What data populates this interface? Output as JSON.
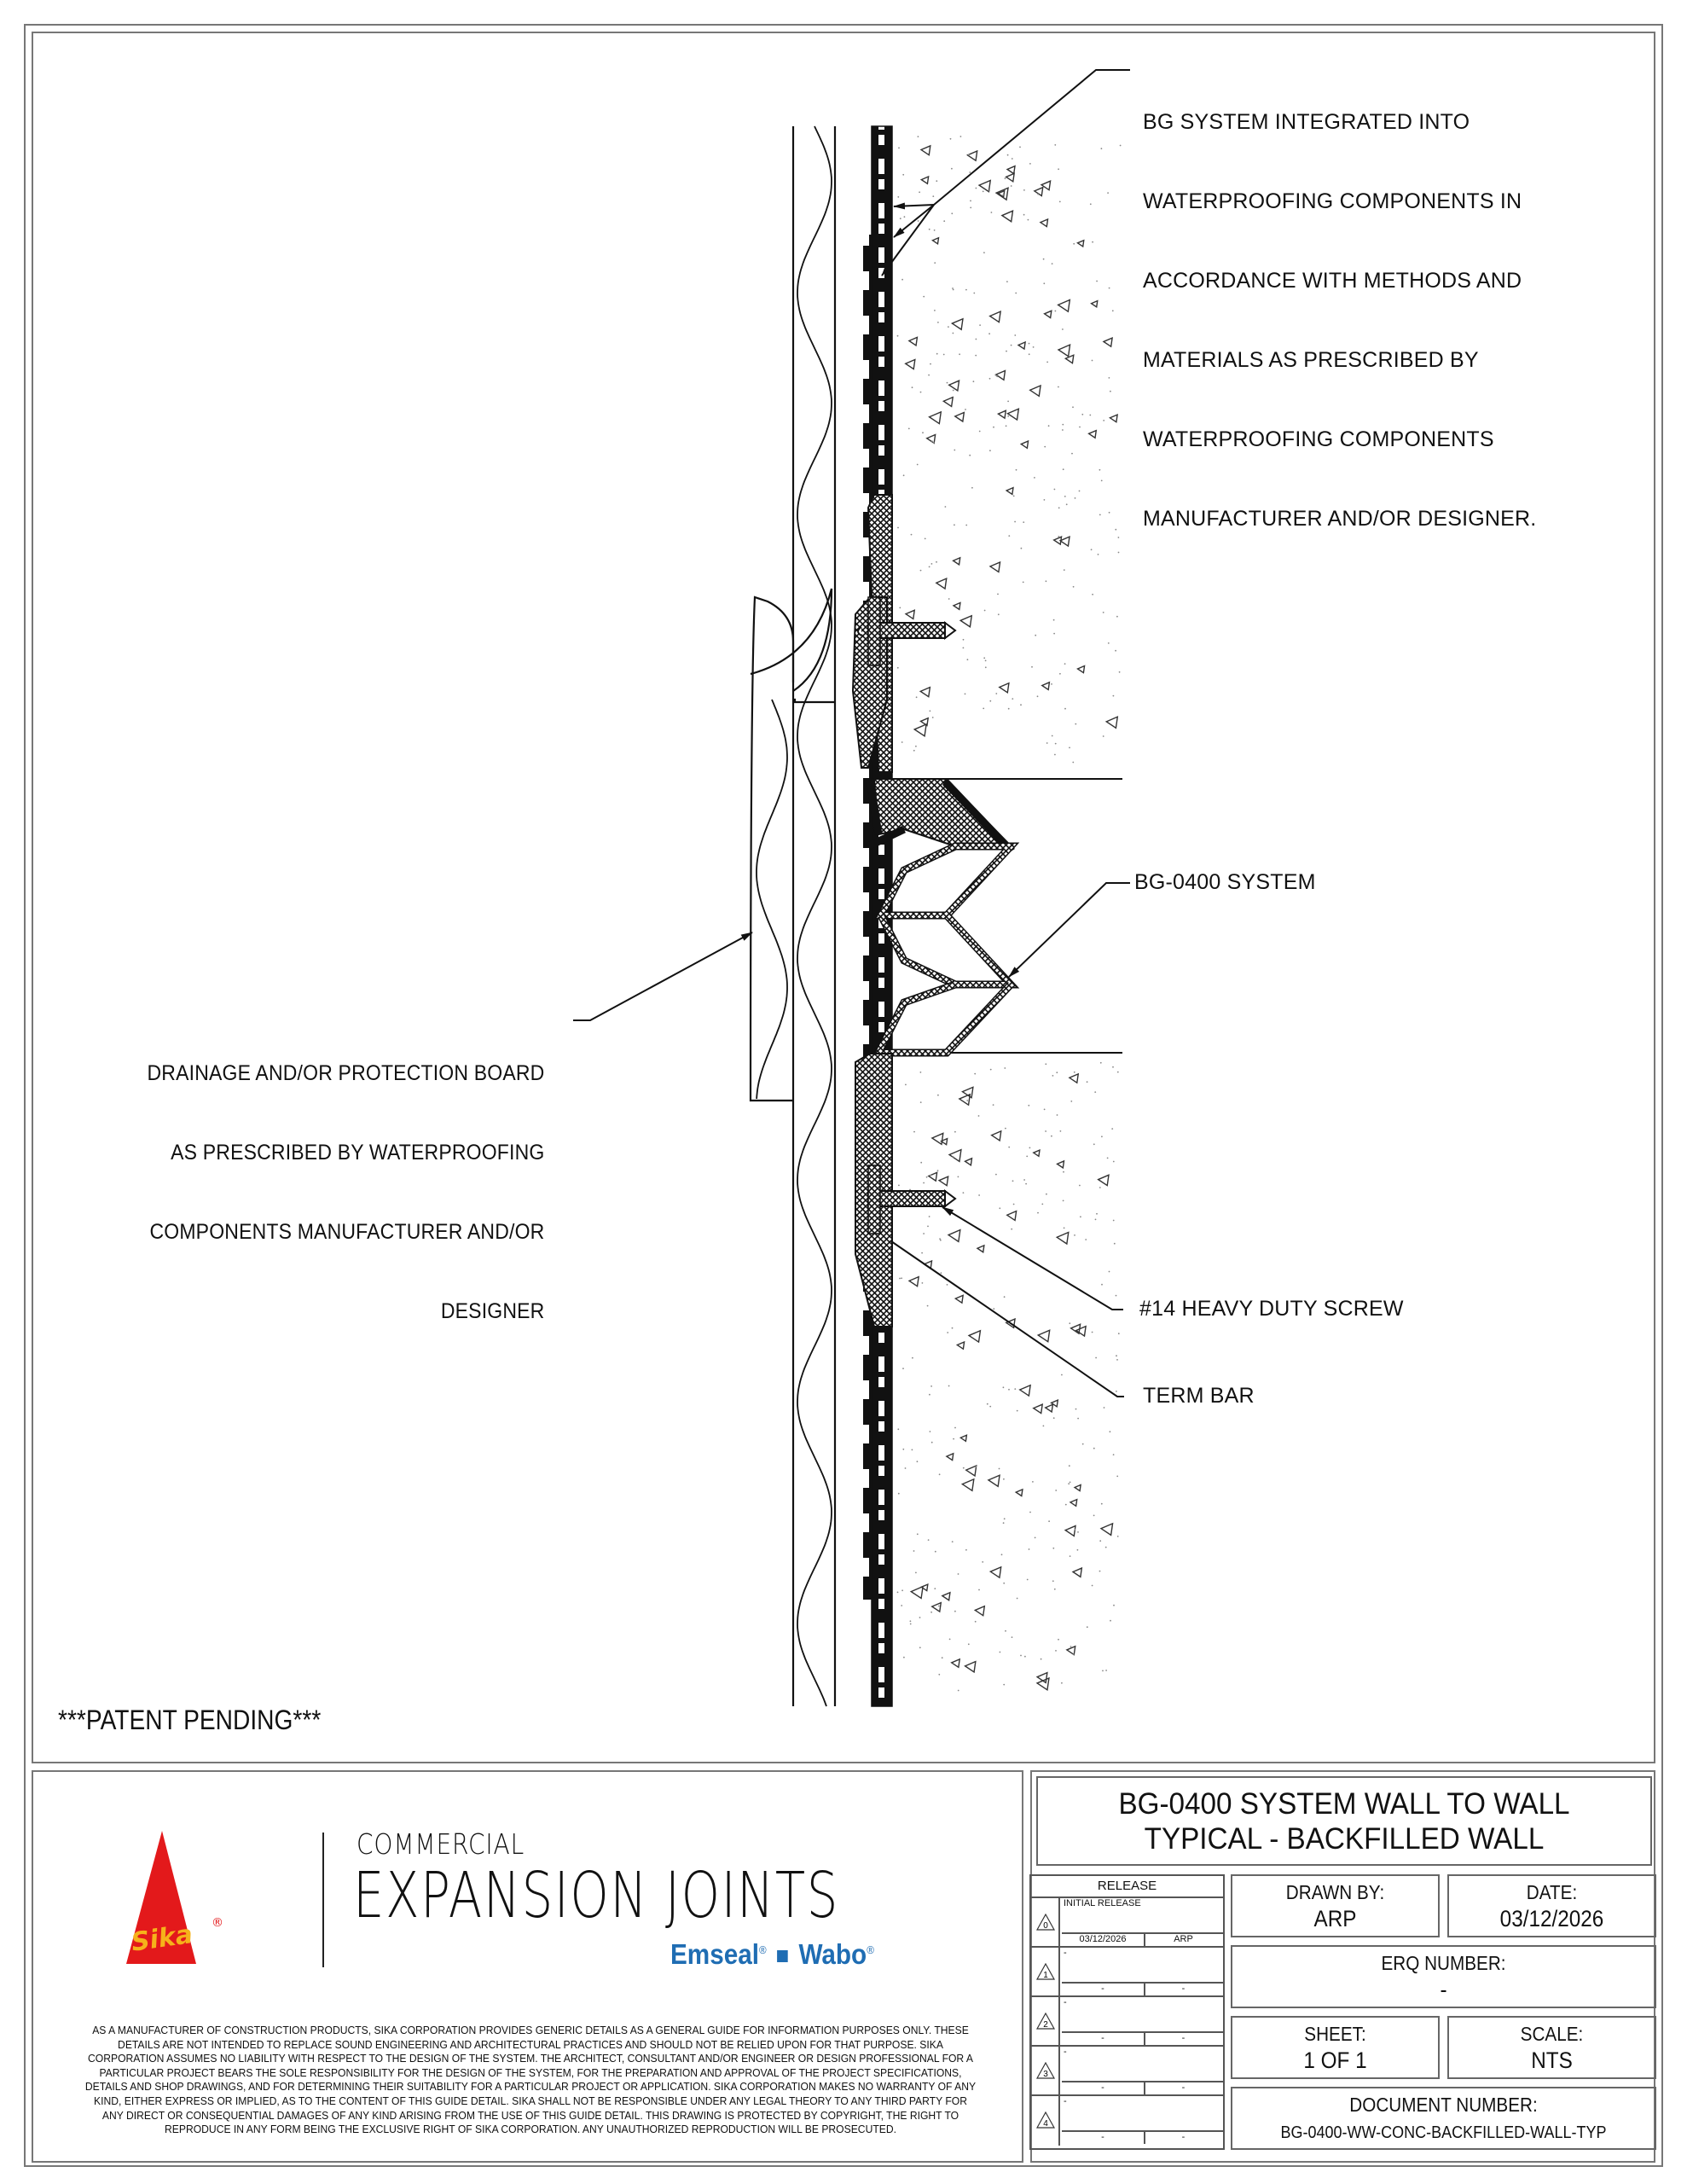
{
  "drawing": {
    "callouts": {
      "bg_system_integrated": [
        "BG SYSTEM INTEGRATED INTO",
        "WATERPROOFING COMPONENTS IN",
        "ACCORDANCE WITH METHODS AND",
        "MATERIALS AS PRESCRIBED BY",
        "WATERPROOFING COMPONENTS",
        "MANUFACTURER AND/OR DESIGNER."
      ],
      "bg_0400_system": "BG-0400 SYSTEM",
      "drainage_board": [
        "DRAINAGE AND/OR PROTECTION BOARD",
        "AS PRESCRIBED BY WATERPROOFING",
        "COMPONENTS MANUFACTURER AND/OR",
        "DESIGNER"
      ],
      "heavy_duty_screw": "#14 HEAVY DUTY SCREW",
      "term_bar": "TERM BAR"
    },
    "patent_notice": "***PATENT PENDING***"
  },
  "brand": {
    "logo_text": "Sika",
    "registered_mark": "®",
    "line1": "COMMERCIAL",
    "line2": "EXPANSION JOINTS",
    "sub_brand_1": "Emseal",
    "sub_brand_2": "Wabo",
    "colors": {
      "sika_red": "#e3191b",
      "sika_yellow": "#f6b21a",
      "emseal_blue": "#1f6db3"
    }
  },
  "disclaimer": "AS A MANUFACTURER OF CONSTRUCTION PRODUCTS, SIKA CORPORATION PROVIDES GENERIC DETAILS AS A GENERAL GUIDE FOR INFORMATION PURPOSES ONLY. THESE DETAILS ARE NOT INTENDED TO REPLACE SOUND ENGINEERING AND ARCHITECTURAL PRACTICES AND SHOULD NOT BE RELIED UPON FOR THAT PURPOSE. SIKA CORPORATION ASSUMES NO LIABILITY WITH RESPECT TO THE DESIGN OF THE SYSTEM. THE ARCHITECT, CONSULTANT AND/OR ENGINEER OR DESIGN PROFESSIONAL FOR A PARTICULAR PROJECT BEARS THE SOLE RESPONSIBILITY FOR THE DESIGN OF THE SYSTEM, FOR THE PREPARATION AND APPROVAL OF THE PROJECT SPECIFICATIONS, DETAILS AND SHOP DRAWINGS, AND FOR DETERMINING THEIR SUITABILITY FOR A PARTICULAR PROJECT OR APPLICATION. SIKA CORPORATION MAKES NO WARRANTY OF ANY KIND, EITHER EXPRESS OR IMPLIED, AS TO THE CONTENT OF THIS GUIDE DETAIL. SIKA SHALL NOT BE RESPONSIBLE UNDER ANY LEGAL THEORY TO ANY THIRD PARTY FOR ANY DIRECT OR CONSEQUENTIAL DAMAGES OF ANY KIND ARISING FROM THE USE OF THIS GUIDE DETAIL. THIS DRAWING IS PROTECTED BY COPYRIGHT, THE RIGHT TO REPRODUCE IN ANY FORM BEING THE EXCLUSIVE RIGHT OF SIKA CORPORATION. ANY UNAUTHORIZED REPRODUCTION WILL BE PROSECUTED.",
  "title_block": {
    "title_lines": [
      "BG-0400 SYSTEM WALL TO WALL",
      "TYPICAL - BACKFILLED WALL"
    ],
    "release": {
      "header": "RELEASE",
      "rows": [
        {
          "rev": "0",
          "description": "INITIAL RELEASE",
          "date": "03/12/2026",
          "by": "ARP"
        },
        {
          "rev": "1",
          "description": "-",
          "date": "-",
          "by": "-"
        },
        {
          "rev": "2",
          "description": "-",
          "date": "-",
          "by": "-"
        },
        {
          "rev": "3",
          "description": "-",
          "date": "-",
          "by": "-"
        },
        {
          "rev": "4",
          "description": "-",
          "date": "-",
          "by": "-"
        }
      ]
    },
    "drawn_by": {
      "label": "DRAWN BY:",
      "value": "ARP"
    },
    "date": {
      "label": "DATE:",
      "value": "03/12/2026"
    },
    "erq_number": {
      "label": "ERQ NUMBER:",
      "value": "-"
    },
    "sheet": {
      "label": "SHEET:",
      "value": "1 OF 1"
    },
    "scale": {
      "label": "SCALE:",
      "value": "NTS"
    },
    "document_number": {
      "label": "DOCUMENT NUMBER:",
      "value": "BG-0400-WW-CONC-BACKFILLED-WALL-TYP"
    }
  }
}
